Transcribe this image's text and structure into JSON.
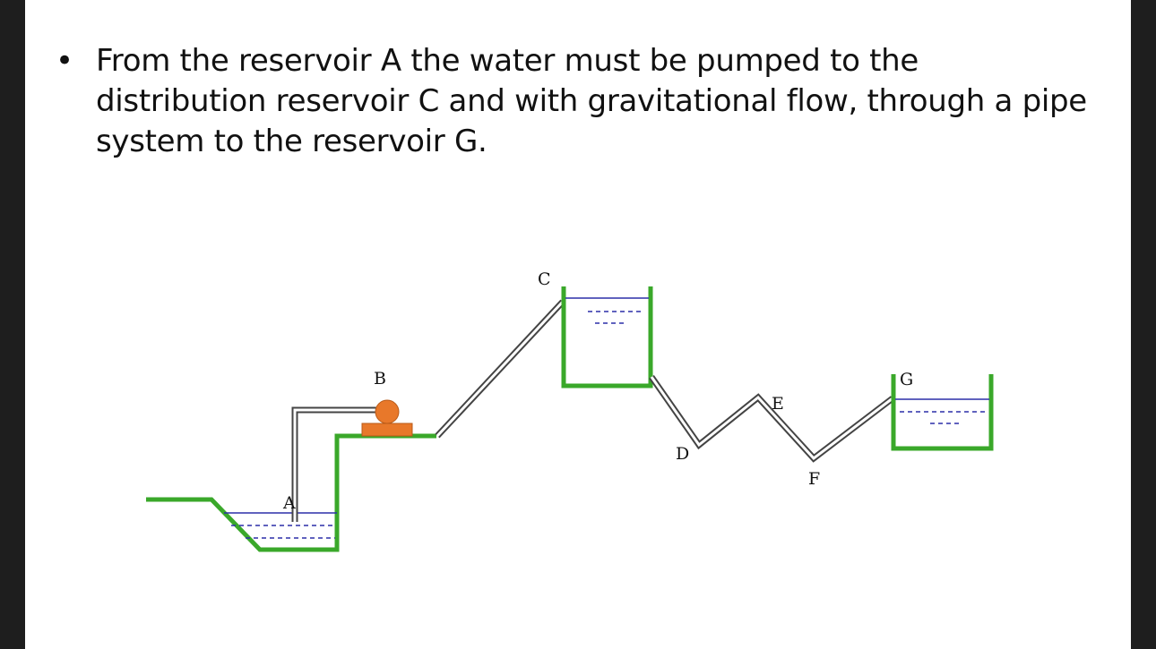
{
  "slide": {
    "bullet_symbol": "•",
    "text_lines": [
      "From the reservoir A the water must be pumped to the",
      "distribution reservoir C and with gravitational flow, through a pipe",
      "system to the reservoir G."
    ]
  },
  "diagram": {
    "labels": {
      "a": "A",
      "b": "B",
      "c": "C",
      "d": "D",
      "e": "E",
      "f": "F",
      "g": "G"
    },
    "colors": {
      "ground": "#3aa82a",
      "pipe": "#555555",
      "water_line": "#2b2fa8",
      "pump": "#e8782a"
    }
  }
}
